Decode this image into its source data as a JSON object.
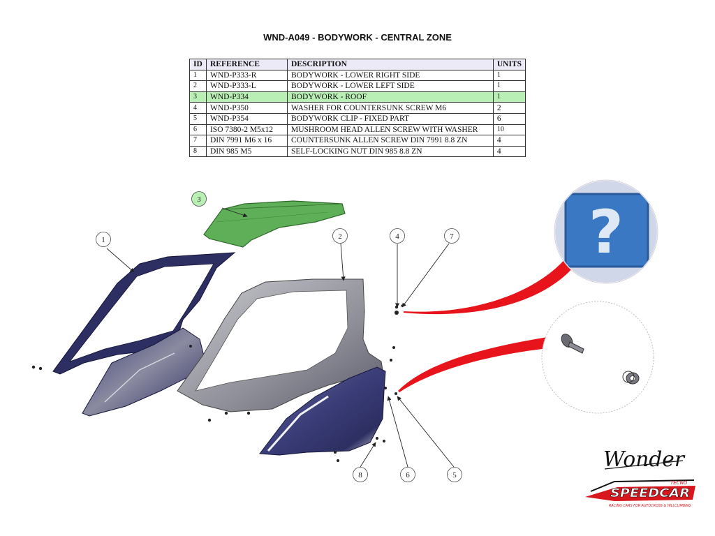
{
  "title": "WND-A049 - BODYWORK - CENTRAL ZONE",
  "table": {
    "headers": {
      "id": "ID",
      "reference": "REFERENCE",
      "description": "DESCRIPTION",
      "units": "UNITS"
    },
    "rows": [
      {
        "id": "1",
        "reference": "WND-P333-R",
        "description": "BODYWORK - LOWER RIGHT SIDE",
        "units": "1"
      },
      {
        "id": "2",
        "reference": "WND-P333-L",
        "description": "BODYWORK - LOWER LEFT SIDE",
        "units": "1"
      },
      {
        "id": "3",
        "reference": "WND-P334",
        "description": "BODYWORK - ROOF",
        "units": "1",
        "highlighted": true
      },
      {
        "id": "4",
        "reference": "WND-P350",
        "description": "WASHER FOR COUNTERSUNK SCREW M6",
        "units": "2"
      },
      {
        "id": "5",
        "reference": "WND-P354",
        "description": "BODYWORK CLIP - FIXED PART",
        "units": "6"
      },
      {
        "id": "6",
        "reference": "ISO 7380-2 M5x12",
        "description": "MUSHROOM HEAD ALLEN SCREW WITH WASHER",
        "units": "10"
      },
      {
        "id": "7",
        "reference": "DIN 7991 M6 x 16",
        "description": "COUNTERSUNK ALLEN SCREW DIN 7991 8.8 ZN",
        "units": "4"
      },
      {
        "id": "8",
        "reference": "DIN 985 M5",
        "description": "SELF-LOCKING NUT DIN 985 8.8 ZN",
        "units": "4"
      }
    ]
  },
  "callouts": {
    "c1": "1",
    "c2": "2",
    "c3": "3",
    "c4": "4",
    "c5": "5",
    "c6": "6",
    "c7": "7",
    "c8": "8"
  },
  "placeholder": {
    "glyph": "?"
  },
  "brand": {
    "wonder": "Wonder",
    "speedcar": "SPEEDCAR",
    "tecno": "TECNO",
    "tagline": "RACING CARS FOR AUTOCROSS & HILLCLIMBING"
  },
  "colors": {
    "roof_green": "#5fae58",
    "highlight_green": "#b9efb4",
    "leader_red": "#e8141b",
    "body_navy": "#2d2f62",
    "body_grey": "#9c9ca4",
    "header_lavender": "#eceaf6"
  }
}
